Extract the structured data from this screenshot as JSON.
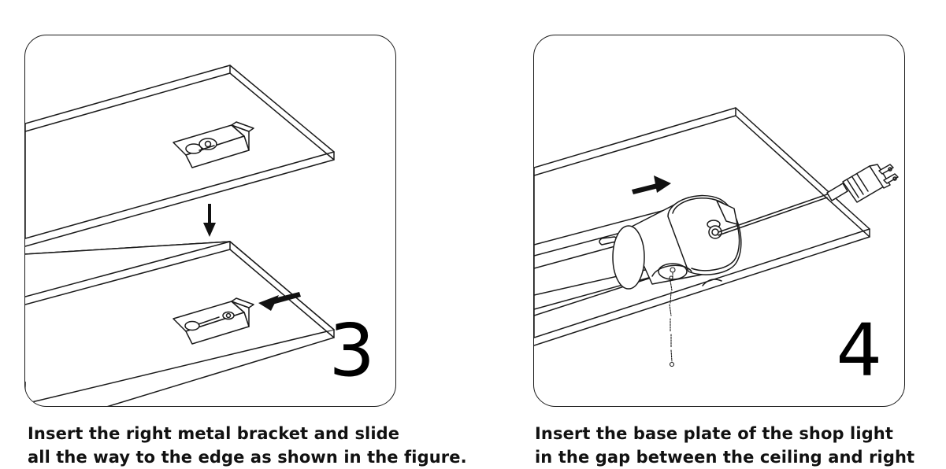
{
  "steps": [
    {
      "number": "3",
      "caption_lines": [
        "Insert the right metal bracket and slide",
        "all the way to the edge as shown in the figure."
      ]
    },
    {
      "number": "4",
      "caption_lines": [
        "Insert the base plate of the shop light",
        "in the gap between the ceiling and right"
      ]
    }
  ],
  "colors": {
    "line": "#1a1a1a",
    "arrow": "#111111",
    "background": "#ffffff"
  }
}
